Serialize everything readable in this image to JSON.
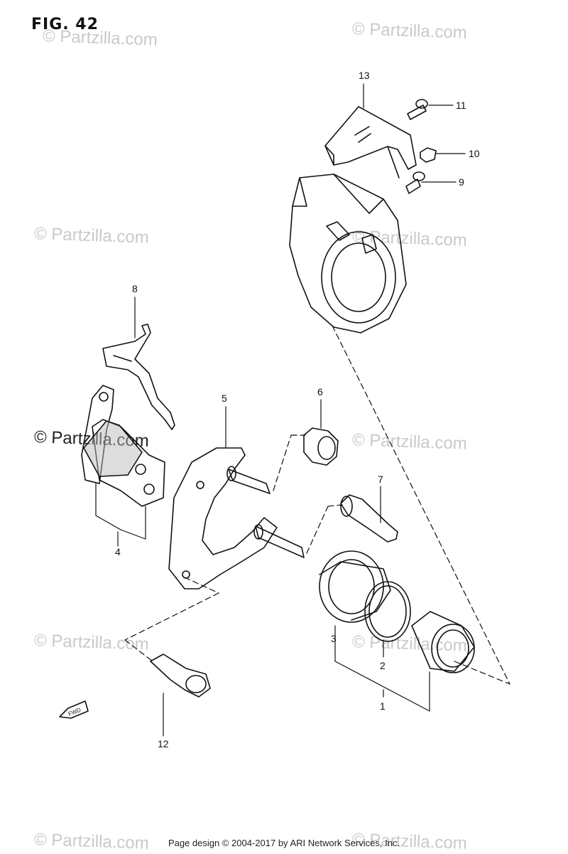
{
  "figure": {
    "title": "FIG. 42"
  },
  "watermark": {
    "text": "© Partzilla.com"
  },
  "footer": {
    "text": "Page design © 2004-2017 by ARI Network Services, Inc."
  },
  "fwd_label": "FWD",
  "callouts": {
    "c1": "1",
    "c2": "2",
    "c3": "3",
    "c4": "4",
    "c5": "5",
    "c6": "6",
    "c7": "7",
    "c8": "8",
    "c9": "9",
    "c10": "10",
    "c11": "11",
    "c12": "12",
    "c13": "13"
  }
}
